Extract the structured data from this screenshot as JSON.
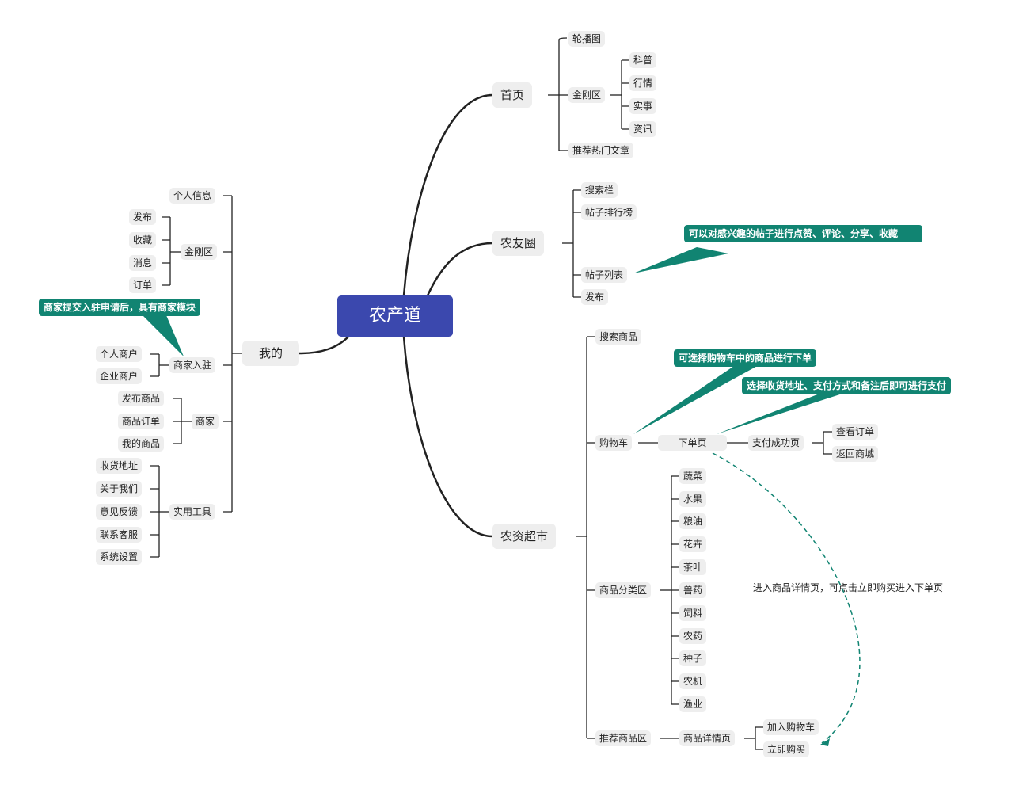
{
  "root": "农产道",
  "branches": {
    "home": {
      "label": "首页",
      "banner": "轮播图",
      "jingang": "金刚区",
      "jingang_items": [
        "科普",
        "行情",
        "实事",
        "资讯"
      ],
      "recommend": "推荐热门文章"
    },
    "circle": {
      "label": "农友圈",
      "items": [
        "搜索栏",
        "帖子排行榜",
        "帖子列表",
        "发布"
      ],
      "note": "可以对感兴趣的帖子进行点赞、评论、分享、收藏"
    },
    "market": {
      "label": "农资超市",
      "search": "搜索商品",
      "cart": "购物车",
      "order_page": "下单页",
      "pay_success": "支付成功页",
      "pay_success_items": [
        "查看订单",
        "返回商城"
      ],
      "category": "商品分类区",
      "category_items": [
        "蔬菜",
        "水果",
        "粮油",
        "花卉",
        "茶叶",
        "兽药",
        "饲料",
        "农药",
        "种子",
        "农机",
        "渔业"
      ],
      "recommend": "推荐商品区",
      "detail": "商品详情页",
      "detail_items": [
        "加入购物车",
        "立即购买"
      ],
      "note_cart": "可选择购物车中的商品进行下单",
      "note_order": "选择收货地址、支付方式和备注后即可进行支付",
      "note_detail": "进入商品详情页，可点击立即购买进入下单页"
    },
    "mine": {
      "label": "我的",
      "info": "个人信息",
      "jingang": "金刚区",
      "jingang_items": [
        "发布",
        "收藏",
        "消息",
        "订单"
      ],
      "merchant_join": "商家入驻",
      "merchant_join_items": [
        "个人商户",
        "企业商户"
      ],
      "merchant_note": "商家提交入驻申请后，具有商家模块",
      "merchant": "商家",
      "merchant_items": [
        "发布商品",
        "商品订单",
        "我的商品"
      ],
      "tools": "实用工具",
      "tools_items": [
        "收货地址",
        "关于我们",
        "意见反馈",
        "联系客服",
        "系统设置"
      ]
    }
  },
  "colors": {
    "root": "#3b48ae",
    "callout": "#118472",
    "line": "#222222"
  }
}
